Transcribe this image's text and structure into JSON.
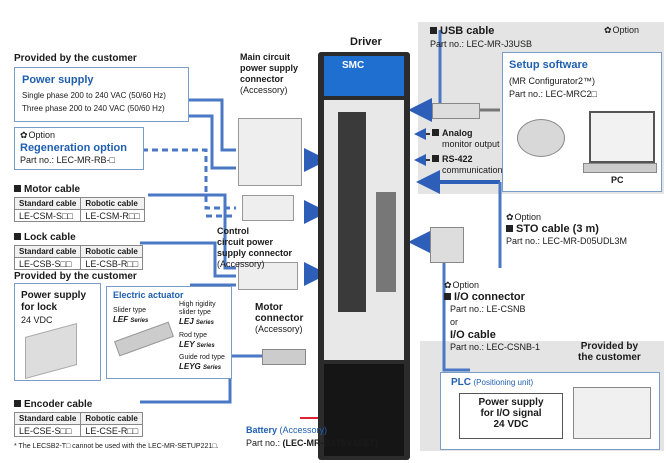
{
  "driver_label": "Driver",
  "driver_brand": "SMC",
  "left": {
    "provided_top": "Provided by the customer",
    "power_supply": {
      "title": "Power supply",
      "line1": "Single phase 200 to 240 VAC (50/60 Hz)",
      "line2": "Three phase 200 to 240 VAC (50/60 Hz)"
    },
    "regen": {
      "option": "Option",
      "title": "Regeneration option",
      "part": "Part no.: LEC-MR-RB-□"
    },
    "motor_cable": {
      "title": "Motor cable",
      "h1": "Standard cable",
      "h2": "Robotic cable",
      "v1": "LE-CSM-S□□",
      "v2": "LE-CSM-R□□"
    },
    "lock_cable": {
      "title": "Lock cable",
      "h1": "Standard cable",
      "h2": "Robotic cable",
      "v1": "LE-CSB-S□□",
      "v2": "LE-CSB-R□□"
    },
    "provided_mid": "Provided by the customer",
    "lock_supply": {
      "line1": "Power supply",
      "line2": "for lock",
      "line3": "24 VDC"
    },
    "actuator": {
      "title": "Electric actuator",
      "slider_label": "Slider type",
      "slider_model": "LEF",
      "slider_series": "Series",
      "rigidity_label1": "High rigidity",
      "rigidity_label2": "slider type",
      "rigidity_model": "LEJ",
      "rigidity_series": "Series",
      "rod_label": "Rod type",
      "rod_model": "LEY",
      "rod_series": "Series",
      "guide_label": "Guide rod type",
      "guide_model": "LEYG",
      "guide_series": "Series"
    },
    "encoder_cable": {
      "title": "Encoder cable",
      "h1": "Standard cable",
      "h2": "Robotic cable",
      "v1": "LE-CSE-S□□",
      "v2": "LE-CSE-R□□"
    },
    "footnote": "* The LECSB2-T□ cannot be used with the LEC-MR-SETUP221□."
  },
  "mid": {
    "main_conn": {
      "l1": "Main circuit",
      "l2": "power supply",
      "l3": "connector",
      "l4": "(Accessory)"
    },
    "ctrl_conn": {
      "l1": "Control",
      "l2": "circuit power",
      "l3": "supply connector",
      "l4": "(Accessory)"
    },
    "motor_conn": {
      "l1": "Motor",
      "l2": "connector",
      "l3": "(Accessory)"
    },
    "battery": {
      "label": "Battery",
      "acc": "(Accessory)",
      "part_prefix": "Part no.: ",
      "part": "(LEC-MR-BAT6V1SET)"
    }
  },
  "right": {
    "usb": {
      "title": "USB cable",
      "option": "Option",
      "part": "Part no.: LEC-MR-J3USB"
    },
    "setup": {
      "title": "Setup software",
      "line1": "(MR Configurator2™)",
      "part": "Part no.: LEC-MRC2□"
    },
    "pc": "PC",
    "analog": {
      "l1": "Analog",
      "l2": "monitor output"
    },
    "rs422": {
      "l1": "RS-422",
      "l2": "communication"
    },
    "sto": {
      "option": "Option",
      "title": "STO cable (3 m)",
      "part": "Part no.: LEC-MR-D05UDL3M"
    },
    "io": {
      "option": "Option",
      "conn_title": "I/O connector",
      "conn_part": "Part no.: LE-CSNB",
      "or": "or",
      "cable_title": "I/O cable",
      "cable_part": "Part no.: LEC-CSNB-1"
    },
    "provided": {
      "l1": "Provided by",
      "l2": "the customer"
    },
    "plc": {
      "title": "PLC",
      "sub": "(Positioning unit)",
      "l1": "Power supply",
      "l2": "for I/O signal",
      "l3": "24 VDC"
    }
  },
  "colors": {
    "line": "#4a78c4",
    "box_border": "#7a9cc8",
    "panel": "#e4e4e4",
    "text_blue": "#1f5fb0"
  }
}
